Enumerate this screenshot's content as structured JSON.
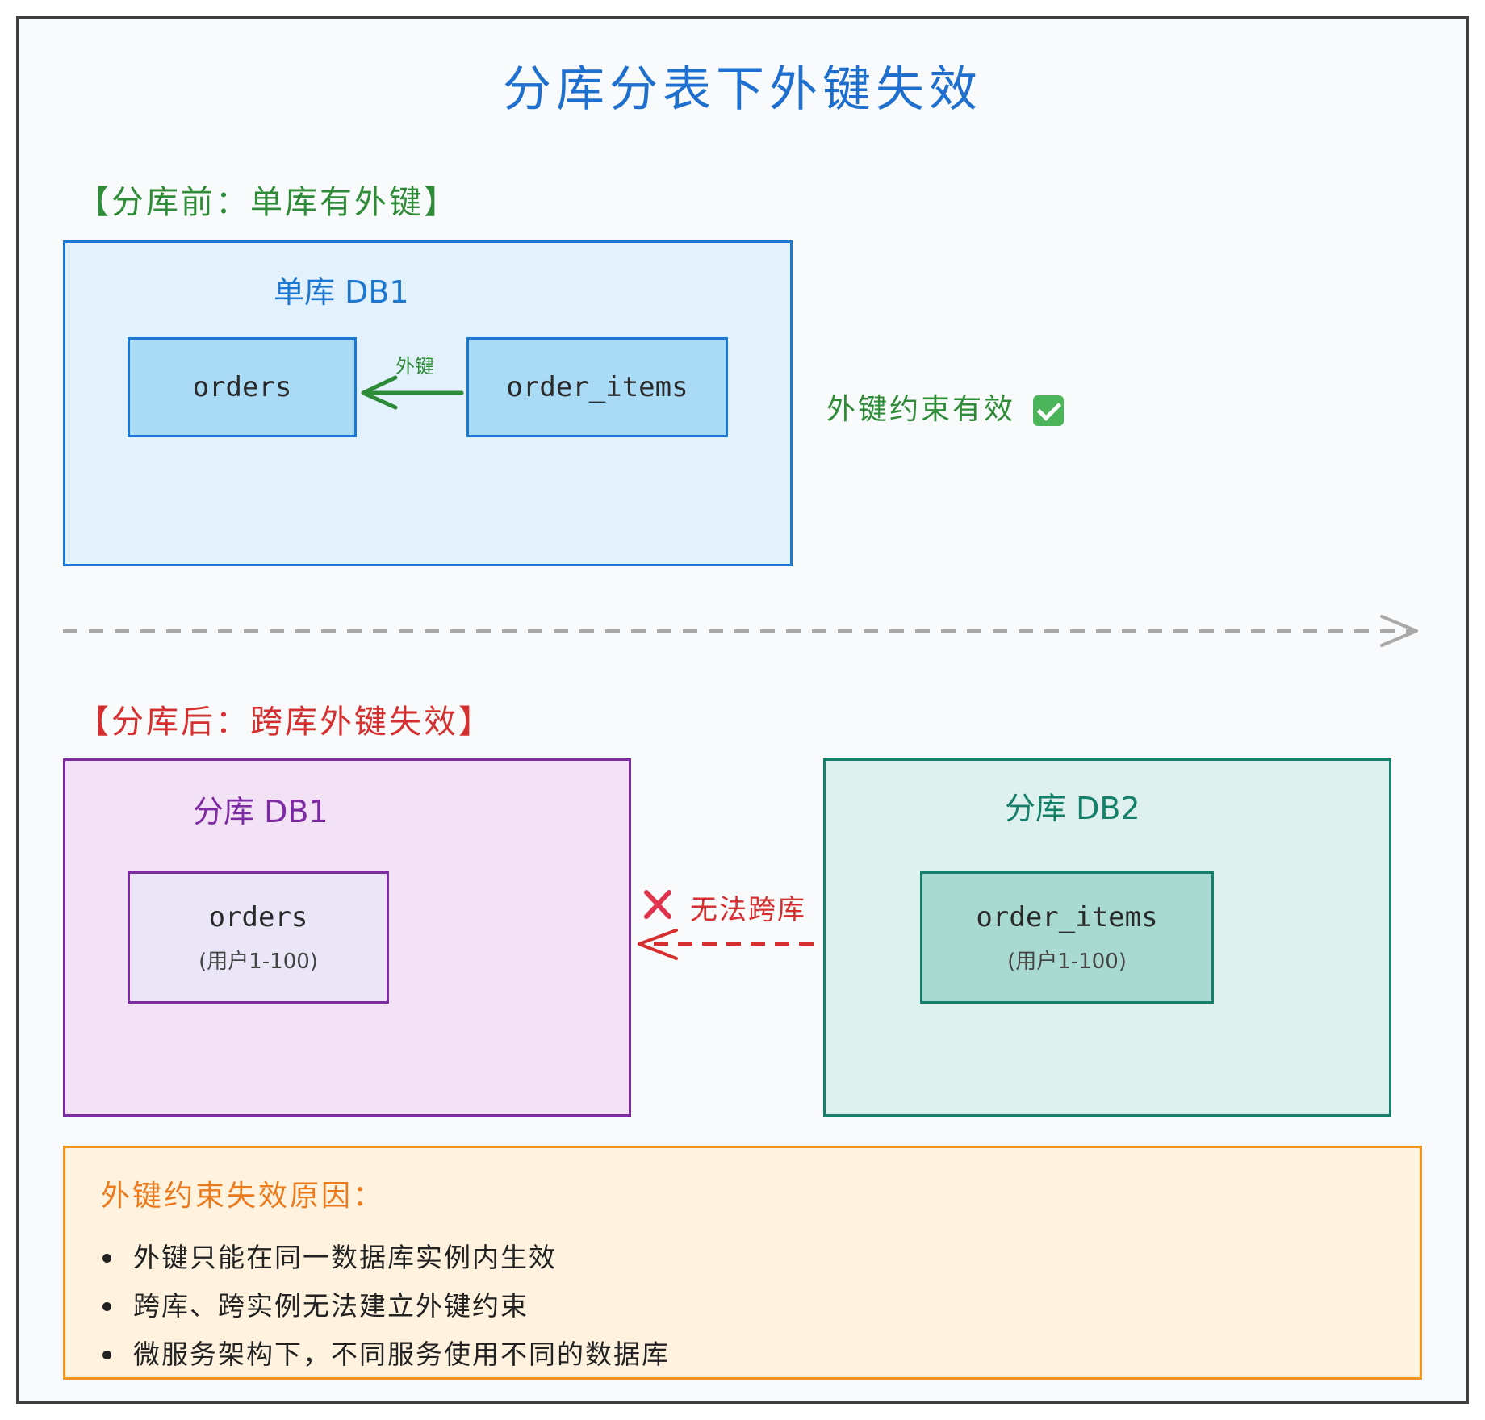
{
  "title": "分库分表下外键失效",
  "before": {
    "section_label": "【分库前：单库有外键】",
    "db_label": "单库 DB1",
    "tables": {
      "left": "orders",
      "right": "order_items"
    },
    "arrow_label": "外键",
    "status_text": "外键约束有效",
    "status_icon": "check-mark-icon"
  },
  "after": {
    "section_label": "【分库后：跨库外键失效】",
    "db1": {
      "label": "分库 DB1",
      "table": "orders",
      "range": "(用户1-100)"
    },
    "db2": {
      "label": "分库 DB2",
      "table": "order_items",
      "range": "(用户1-100)"
    },
    "cross_label": "无法跨库",
    "cross_icon": "cross-mark-icon"
  },
  "note": {
    "title": "外键约束失效原因：",
    "items": [
      "外键只能在同一数据库实例内生效",
      "跨库、跨实例无法建立外键约束",
      "微服务架构下，不同服务使用不同的数据库"
    ]
  },
  "colors": {
    "title": "#1f6fcf",
    "before_section": "#2e8b37",
    "after_section": "#d62f2f",
    "db1_before": "#1c77d0",
    "db1_after": "#7d2aa3",
    "db2_after": "#14806a",
    "note": "#f29422"
  }
}
